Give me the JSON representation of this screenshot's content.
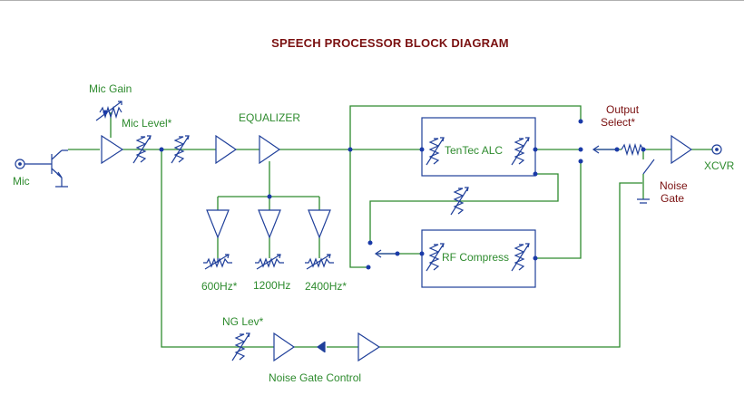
{
  "title": "SPEECH PROCESSOR BLOCK DIAGRAM",
  "labels": {
    "mic": "Mic",
    "mic_gain": "Mic Gain",
    "mic_level": "Mic Level*",
    "equalizer": "EQUALIZER",
    "hz600": "600Hz*",
    "hz1200": "1200Hz",
    "hz2400": "2400Hz*",
    "tentec_alc": "TenTec ALC",
    "rf_compress": "RF Compress",
    "output_select_1": "Output",
    "output_select_2": "Select*",
    "xcvr": "XCVR",
    "noise_gate_1": "Noise",
    "noise_gate_2": "Gate",
    "ng_lev": "NG Lev*",
    "noise_gate_control": "Noise Gate Control"
  },
  "colors": {
    "wire": "#2e8b2e",
    "component": "#1f3f9a",
    "node": "#1a3aa8",
    "text_green": "#2e8b2e",
    "text_red": "#7a1010",
    "title": "#7a1010"
  }
}
